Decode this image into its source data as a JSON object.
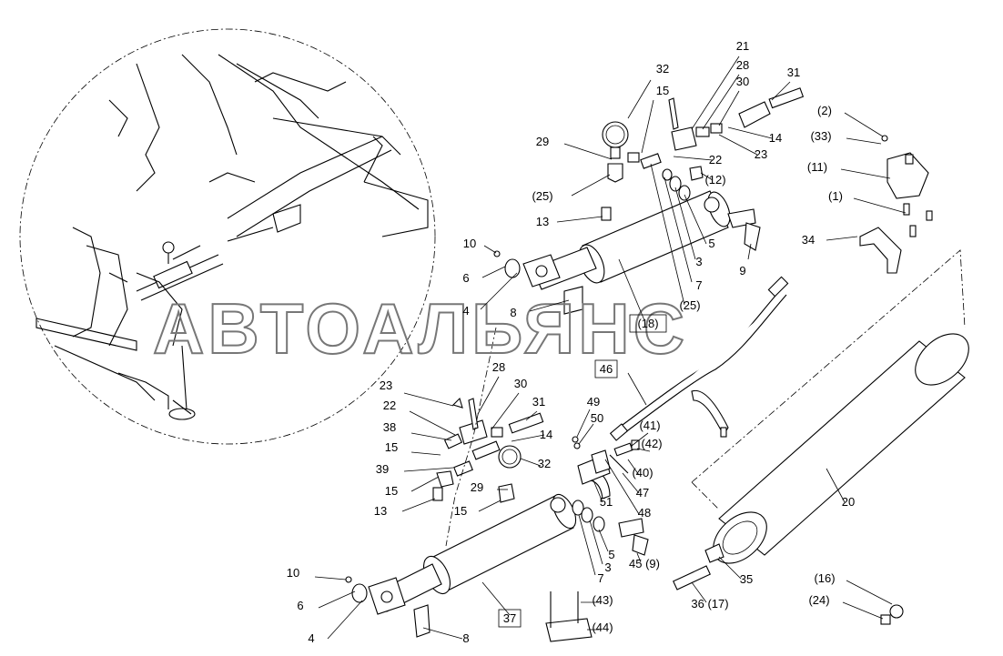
{
  "watermark": "АВТОАЛЬЯНС",
  "callouts": [
    {
      "key": "c32t",
      "text": "32"
    },
    {
      "key": "c15t",
      "text": "15"
    },
    {
      "key": "c21",
      "text": "21"
    },
    {
      "key": "c28t",
      "text": "28"
    },
    {
      "key": "c30t",
      "text": "30"
    },
    {
      "key": "c31t",
      "text": "31"
    },
    {
      "key": "c14t",
      "text": "14"
    },
    {
      "key": "c23t",
      "text": "23"
    },
    {
      "key": "c22t",
      "text": "22"
    },
    {
      "key": "c29t",
      "text": "29"
    },
    {
      "key": "c25a",
      "text": "(25)"
    },
    {
      "key": "c12",
      "text": "(12)"
    },
    {
      "key": "c13t",
      "text": "13"
    },
    {
      "key": "c5t",
      "text": "5"
    },
    {
      "key": "c3t",
      "text": "3"
    },
    {
      "key": "c9t",
      "text": "9"
    },
    {
      "key": "c7t",
      "text": "7"
    },
    {
      "key": "c25b",
      "text": "(25)"
    },
    {
      "key": "c10t",
      "text": "10"
    },
    {
      "key": "c6t",
      "text": "6"
    },
    {
      "key": "c4t",
      "text": "4"
    },
    {
      "key": "c8t",
      "text": "8"
    },
    {
      "key": "c2",
      "text": "(2)"
    },
    {
      "key": "c33",
      "text": "(33)"
    },
    {
      "key": "c11",
      "text": "(11)"
    },
    {
      "key": "c1",
      "text": "(1)"
    },
    {
      "key": "c34",
      "text": "34"
    },
    {
      "key": "c18",
      "text": "(18)"
    },
    {
      "key": "c46",
      "text": "46"
    },
    {
      "key": "c23b",
      "text": "23"
    },
    {
      "key": "c28b",
      "text": "28"
    },
    {
      "key": "c30b",
      "text": "30"
    },
    {
      "key": "c22b",
      "text": "22"
    },
    {
      "key": "c31b",
      "text": "31"
    },
    {
      "key": "c38",
      "text": "38"
    },
    {
      "key": "c14b",
      "text": "14"
    },
    {
      "key": "c15b1",
      "text": "15"
    },
    {
      "key": "c49",
      "text": "49"
    },
    {
      "key": "c50",
      "text": "50"
    },
    {
      "key": "c41",
      "text": "(41)"
    },
    {
      "key": "c42",
      "text": "(42)"
    },
    {
      "key": "c39",
      "text": "39"
    },
    {
      "key": "c32b",
      "text": "32"
    },
    {
      "key": "c40",
      "text": "(40)"
    },
    {
      "key": "c29b",
      "text": "29"
    },
    {
      "key": "c15b2",
      "text": "15"
    },
    {
      "key": "c47",
      "text": "47"
    },
    {
      "key": "c51",
      "text": "51"
    },
    {
      "key": "c48",
      "text": "48"
    },
    {
      "key": "c13b",
      "text": "13"
    },
    {
      "key": "c15b3",
      "text": "15"
    },
    {
      "key": "c20",
      "text": "20"
    },
    {
      "key": "c5b",
      "text": "5"
    },
    {
      "key": "c3b",
      "text": "3"
    },
    {
      "key": "c459",
      "text": "45 (9)"
    },
    {
      "key": "c7b",
      "text": "7"
    },
    {
      "key": "c10b",
      "text": "10"
    },
    {
      "key": "c35",
      "text": "35"
    },
    {
      "key": "c3617",
      "text": "36 (17)"
    },
    {
      "key": "c43",
      "text": "(43)"
    },
    {
      "key": "c16",
      "text": "(16)"
    },
    {
      "key": "c6b",
      "text": "6"
    },
    {
      "key": "c24",
      "text": "(24)"
    },
    {
      "key": "c37",
      "text": "37"
    },
    {
      "key": "c44",
      "text": "(44)"
    },
    {
      "key": "c4b",
      "text": "4"
    },
    {
      "key": "c8b",
      "text": "8"
    }
  ]
}
